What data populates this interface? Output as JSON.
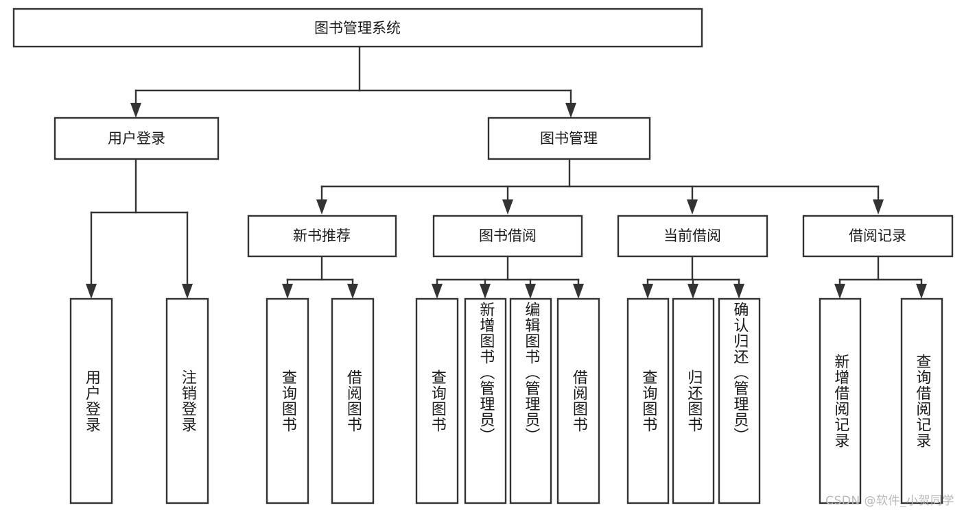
{
  "diagram": {
    "type": "hierarchy-tree",
    "title": "图书管理系统",
    "watermark": "CSDN @软件_小贺同学",
    "colors": {
      "box_stroke": "#333333",
      "box_fill": "#ffffff",
      "text": "#1a1a1a",
      "background": "#ffffff",
      "watermark": "#b9b9b9"
    },
    "root": {
      "label": "图书管理系统"
    },
    "level2": [
      {
        "label": "用户登录"
      },
      {
        "label": "图书管理"
      }
    ],
    "level3": [
      {
        "label": "新书推荐"
      },
      {
        "label": "图书借阅"
      },
      {
        "label": "当前借阅"
      },
      {
        "label": "借阅记录"
      }
    ],
    "leaves": {
      "user_login": [
        {
          "label": "用户登录"
        },
        {
          "label": "注销登录"
        }
      ],
      "new_book_recommend": [
        {
          "label": "查询图书"
        },
        {
          "label": "借阅图书"
        }
      ],
      "book_borrow": [
        {
          "label": "查询图书"
        },
        {
          "label": "新增图书（管理员）"
        },
        {
          "label": "编辑图书（管理员）"
        },
        {
          "label": "借阅图书"
        }
      ],
      "current_borrow": [
        {
          "label": "查询图书"
        },
        {
          "label": "归还图书"
        },
        {
          "label": "确认归还（管理员）"
        }
      ],
      "borrow_record": [
        {
          "label": "新增借阅记录"
        },
        {
          "label": "查询借阅记录"
        }
      ]
    }
  }
}
